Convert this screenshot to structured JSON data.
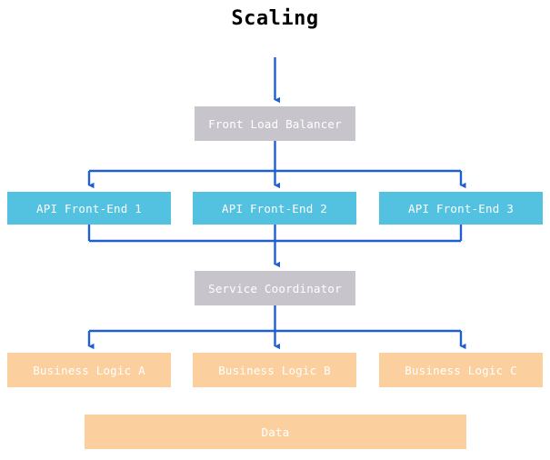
{
  "diagram": {
    "title": "Scaling",
    "type": "architecture-flow-diagram",
    "colors": {
      "background": "#ffffff",
      "title_text": "#000000",
      "grey_node": "#c8c4cb",
      "cyan_node": "#53c1e0",
      "orange_node": "#fcd09e",
      "node_label": "#ffffff",
      "connector": "#1f5fd1"
    },
    "tiers": [
      {
        "name": "entry",
        "nodes": [
          {
            "id": "front-load-balancer",
            "label": "Front Load Balancer",
            "style": "grey"
          }
        ]
      },
      {
        "name": "api-layer",
        "nodes": [
          {
            "id": "api-front-end-1",
            "label": "API Front-End 1",
            "style": "cyan"
          },
          {
            "id": "api-front-end-2",
            "label": "API Front-End 2",
            "style": "cyan"
          },
          {
            "id": "api-front-end-3",
            "label": "API Front-End 3",
            "style": "cyan"
          }
        ]
      },
      {
        "name": "coordination",
        "nodes": [
          {
            "id": "service-coordinator",
            "label": "Service Coordinator",
            "style": "grey"
          }
        ]
      },
      {
        "name": "business-layer",
        "nodes": [
          {
            "id": "business-logic-a",
            "label": "Business Logic A",
            "style": "orange"
          },
          {
            "id": "business-logic-b",
            "label": "Business Logic B",
            "style": "orange"
          },
          {
            "id": "business-logic-c",
            "label": "Business Logic C",
            "style": "orange"
          }
        ]
      },
      {
        "name": "storage",
        "nodes": [
          {
            "id": "data",
            "label": "Data",
            "style": "orange"
          }
        ]
      }
    ],
    "connectors": [
      {
        "id": "inbound-to-load-balancer",
        "from": "external-inbound",
        "to": "front-load-balancer",
        "shape": "vertical-arrow"
      },
      {
        "id": "load-balancer-fanout",
        "from": "front-load-balancer",
        "to": [
          "api-front-end-1",
          "api-front-end-2",
          "api-front-end-3"
        ],
        "shape": "fan-out-bus"
      },
      {
        "id": "api-merge-to-coordinator",
        "from": [
          "api-front-end-1",
          "api-front-end-2",
          "api-front-end-3"
        ],
        "to": "service-coordinator",
        "shape": "merge-bus"
      },
      {
        "id": "coordinator-fanout",
        "from": "service-coordinator",
        "to": [
          "business-logic-a",
          "business-logic-b",
          "business-logic-c"
        ],
        "shape": "fan-out-bus"
      }
    ]
  }
}
